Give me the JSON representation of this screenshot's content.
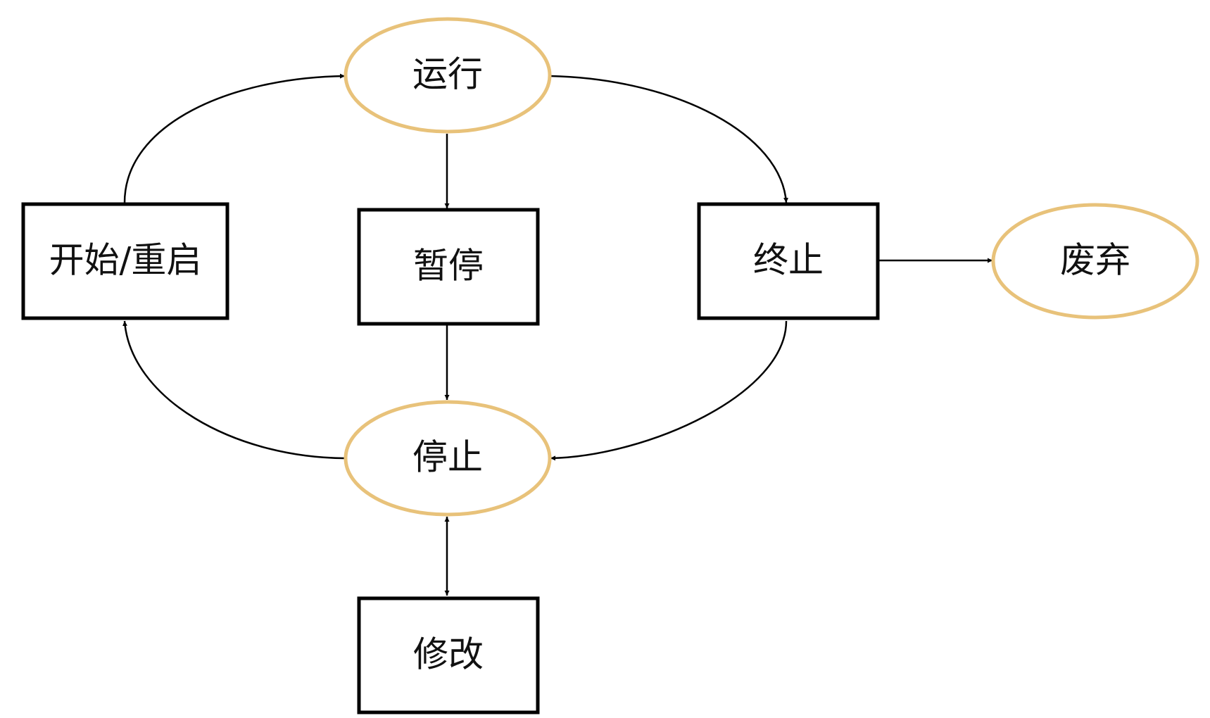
{
  "colors": {
    "ellipse_stroke": "#E8C27A",
    "box_stroke": "#000000",
    "edge": "#000000",
    "text": "#111111"
  },
  "nodes": {
    "run": "运行",
    "pause": "暂停",
    "terminate": "终止",
    "discard": "废弃",
    "start_restart": "开始/重启",
    "stop": "停止",
    "modify": "修改"
  }
}
